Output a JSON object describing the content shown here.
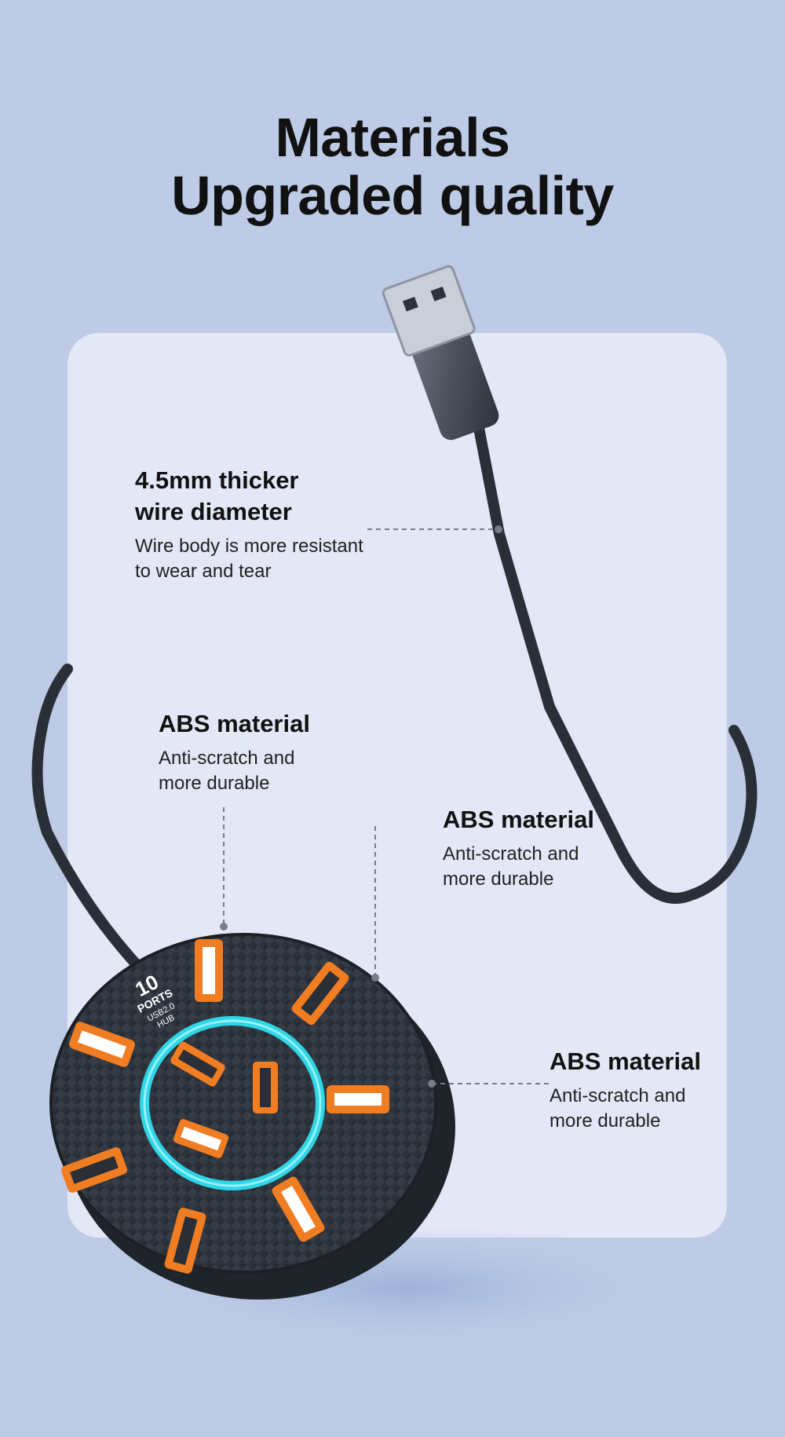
{
  "heading": {
    "line1": "Materials",
    "line2": "Upgraded quality"
  },
  "callouts": [
    {
      "title1": "4.5mm thicker",
      "title2": "wire diameter",
      "desc1": "Wire body is more resistant",
      "desc2": "to wear and tear"
    },
    {
      "title1": "ABS material",
      "desc1": "Anti-scratch and",
      "desc2": "more durable"
    },
    {
      "title1": "ABS material",
      "desc1": "Anti-scratch and",
      "desc2": "more durable"
    },
    {
      "title1": "ABS material",
      "desc1": "Anti-scratch and",
      "desc2": "more durable"
    }
  ],
  "hub_label": {
    "count": "10",
    "ports": "PORTS",
    "usb": "USB2.0",
    "hub": "HUB"
  },
  "colors": {
    "background": "#bdcbe6",
    "card": "#e4e7f6",
    "hub_body": "#2b3038",
    "port_accent": "#f07d22",
    "ring_glow": "#2fd6e6"
  }
}
